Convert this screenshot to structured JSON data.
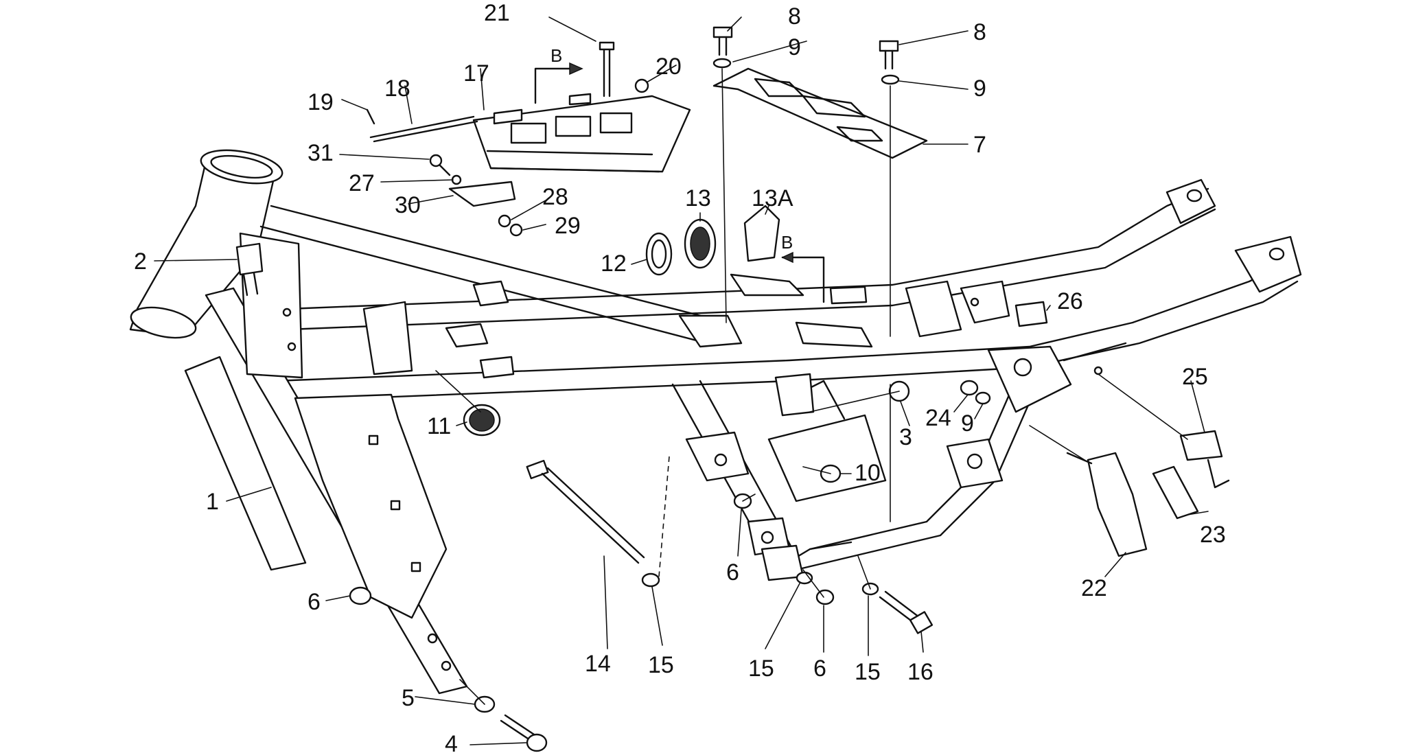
{
  "diagram": {
    "callouts": [
      {
        "id": "c1",
        "text": "1"
      },
      {
        "id": "c2",
        "text": "2"
      },
      {
        "id": "c3",
        "text": "3"
      },
      {
        "id": "c4",
        "text": "4"
      },
      {
        "id": "c5",
        "text": "5"
      },
      {
        "id": "c6a",
        "text": "6"
      },
      {
        "id": "c6b",
        "text": "6"
      },
      {
        "id": "c6c",
        "text": "6"
      },
      {
        "id": "c7",
        "text": "7"
      },
      {
        "id": "c8a",
        "text": "8"
      },
      {
        "id": "c8b",
        "text": "8"
      },
      {
        "id": "c9a",
        "text": "9"
      },
      {
        "id": "c9b",
        "text": "9"
      },
      {
        "id": "c9c",
        "text": "9"
      },
      {
        "id": "c10",
        "text": "10"
      },
      {
        "id": "c11",
        "text": "11"
      },
      {
        "id": "c12",
        "text": "12"
      },
      {
        "id": "c13",
        "text": "13"
      },
      {
        "id": "c13a",
        "text": "13A"
      },
      {
        "id": "c14",
        "text": "14"
      },
      {
        "id": "c15a",
        "text": "15"
      },
      {
        "id": "c15b",
        "text": "15"
      },
      {
        "id": "c15c",
        "text": "15"
      },
      {
        "id": "c16",
        "text": "16"
      },
      {
        "id": "c17",
        "text": "17"
      },
      {
        "id": "c18",
        "text": "18"
      },
      {
        "id": "c19",
        "text": "19"
      },
      {
        "id": "c20",
        "text": "20"
      },
      {
        "id": "c21",
        "text": "21"
      },
      {
        "id": "c22",
        "text": "22"
      },
      {
        "id": "c23",
        "text": "23"
      },
      {
        "id": "c24",
        "text": "24"
      },
      {
        "id": "c25",
        "text": "25"
      },
      {
        "id": "c26",
        "text": "26"
      },
      {
        "id": "c27",
        "text": "27"
      },
      {
        "id": "c28",
        "text": "28"
      },
      {
        "id": "c29",
        "text": "29"
      },
      {
        "id": "c30",
        "text": "30"
      },
      {
        "id": "c31",
        "text": "31"
      }
    ],
    "section_markers": [
      {
        "id": "bA",
        "text": "B"
      },
      {
        "id": "bB",
        "text": "B"
      }
    ],
    "colors": {
      "ink": "#111111",
      "paper": "#ffffff"
    }
  }
}
